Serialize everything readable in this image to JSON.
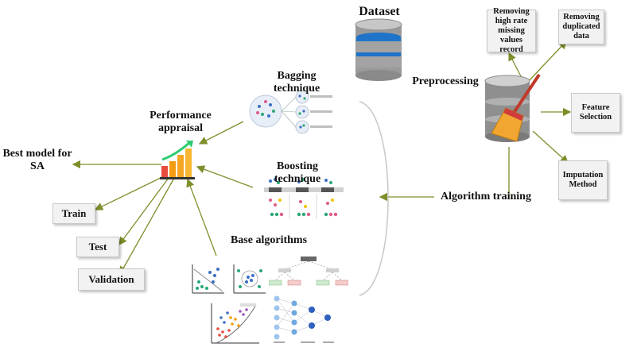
{
  "nodes": {
    "dataset": "Dataset",
    "preprocessing": "Preprocessing",
    "removing_missing": "Removing high rate missing values record",
    "removing_duplicated": "Removing duplicated data",
    "feature_selection": "Feature Selection",
    "imputation": "Imputation Method",
    "algorithm_training": "Algorithm training",
    "bagging": "Bagging technique",
    "boosting": "Boosting technique",
    "base_algorithms": "Base algorithms",
    "performance": "Performance appraisal",
    "best_model": "Best model for SA",
    "train": "Train",
    "test": "Test",
    "validation": "Validation"
  },
  "colors": {
    "arrow": "#7d8f2a",
    "cylinder_blue": "#1f73c8",
    "cylinder_gray": "#8c8c8c",
    "broom": "#f0a630",
    "bars": "#f39c12"
  }
}
